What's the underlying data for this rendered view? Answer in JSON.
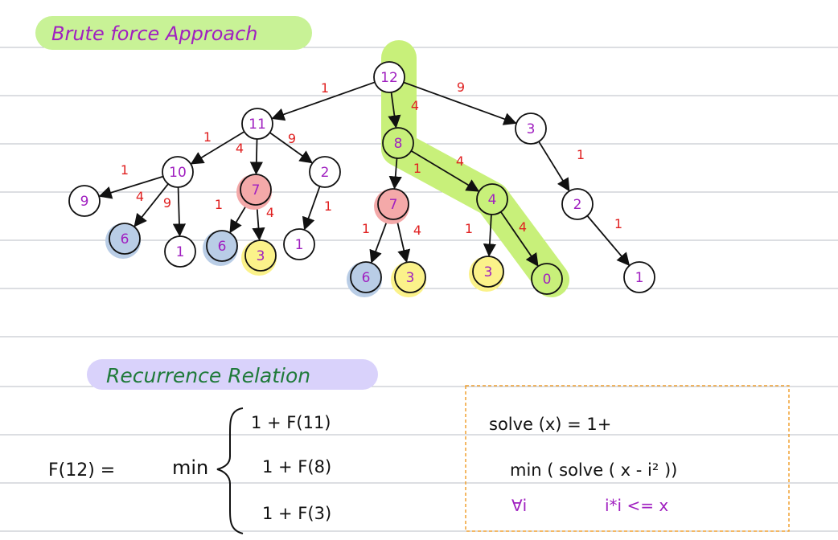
{
  "heading1": "Brute force Approach",
  "heading2": "Recurrence Relation",
  "colors": {
    "purple": "#a020c0",
    "green": "#1f7a3a",
    "red": "#e02020",
    "black": "#111111",
    "highlight_green": "#c8f07a",
    "highlight_purple": "#d9d2fb",
    "highlight_green_label": "#c8f296",
    "pink": "#f4a9a9",
    "blue": "#b9cde6",
    "yellow": "#fbf28a",
    "rule": "#b8bec6",
    "box_border": "#f0a030"
  },
  "tree": {
    "nodes": [
      {
        "id": "n12",
        "label": "12",
        "fill": "white"
      },
      {
        "id": "n11",
        "label": "11",
        "fill": "white"
      },
      {
        "id": "n8",
        "label": "8",
        "fill": "green"
      },
      {
        "id": "n3a",
        "label": "3",
        "fill": "white"
      },
      {
        "id": "n10",
        "label": "10",
        "fill": "white"
      },
      {
        "id": "n7a",
        "label": "7",
        "fill": "pink"
      },
      {
        "id": "n2a",
        "label": "2",
        "fill": "white"
      },
      {
        "id": "n7b",
        "label": "7",
        "fill": "pink"
      },
      {
        "id": "n4",
        "label": "4",
        "fill": "green"
      },
      {
        "id": "n2b",
        "label": "2",
        "fill": "white"
      },
      {
        "id": "n9",
        "label": "9",
        "fill": "white"
      },
      {
        "id": "n6a",
        "label": "6",
        "fill": "blue"
      },
      {
        "id": "n1a",
        "label": "1",
        "fill": "white"
      },
      {
        "id": "n6b",
        "label": "6",
        "fill": "blue"
      },
      {
        "id": "n3b",
        "label": "3",
        "fill": "yellow"
      },
      {
        "id": "n1b",
        "label": "1",
        "fill": "white"
      },
      {
        "id": "n6c",
        "label": "6",
        "fill": "blue"
      },
      {
        "id": "n3c",
        "label": "3",
        "fill": "yellow"
      },
      {
        "id": "n3d",
        "label": "3",
        "fill": "yellow"
      },
      {
        "id": "n0",
        "label": "0",
        "fill": "green"
      },
      {
        "id": "n1c",
        "label": "1",
        "fill": "white"
      }
    ],
    "edges": [
      {
        "from": "n12",
        "to": "n11",
        "label": "1"
      },
      {
        "from": "n12",
        "to": "n8",
        "label": "4"
      },
      {
        "from": "n12",
        "to": "n3a",
        "label": "9"
      },
      {
        "from": "n11",
        "to": "n10",
        "label": "1"
      },
      {
        "from": "n11",
        "to": "n7a",
        "label": "4"
      },
      {
        "from": "n11",
        "to": "n2a",
        "label": "9"
      },
      {
        "from": "n8",
        "to": "n7b",
        "label": "1"
      },
      {
        "from": "n8",
        "to": "n4",
        "label": "4"
      },
      {
        "from": "n3a",
        "to": "n2b",
        "label": "1"
      },
      {
        "from": "n10",
        "to": "n9",
        "label": "1"
      },
      {
        "from": "n10",
        "to": "n6a",
        "label": "4"
      },
      {
        "from": "n10",
        "to": "n1a",
        "label": "9"
      },
      {
        "from": "n7a",
        "to": "n6b",
        "label": "1"
      },
      {
        "from": "n7a",
        "to": "n3b",
        "label": "4"
      },
      {
        "from": "n2a",
        "to": "n1b",
        "label": "1"
      },
      {
        "from": "n7b",
        "to": "n6c",
        "label": "1"
      },
      {
        "from": "n7b",
        "to": "n3c",
        "label": "4"
      },
      {
        "from": "n4",
        "to": "n3d",
        "label": "1"
      },
      {
        "from": "n4",
        "to": "n0",
        "label": "4"
      },
      {
        "from": "n2b",
        "to": "n1c",
        "label": "1"
      }
    ]
  },
  "recurrence": {
    "lhs": "F(12)  =",
    "min": "min",
    "cases": [
      "1 + F(11)",
      "1 + F(8)",
      "1 + F(3)"
    ]
  },
  "box": {
    "line1": "solve (x)  =  1+",
    "line2": "min ( solve ( x - i² ))",
    "line3_a": "∀i",
    "line3_b": "i*i <= x"
  }
}
